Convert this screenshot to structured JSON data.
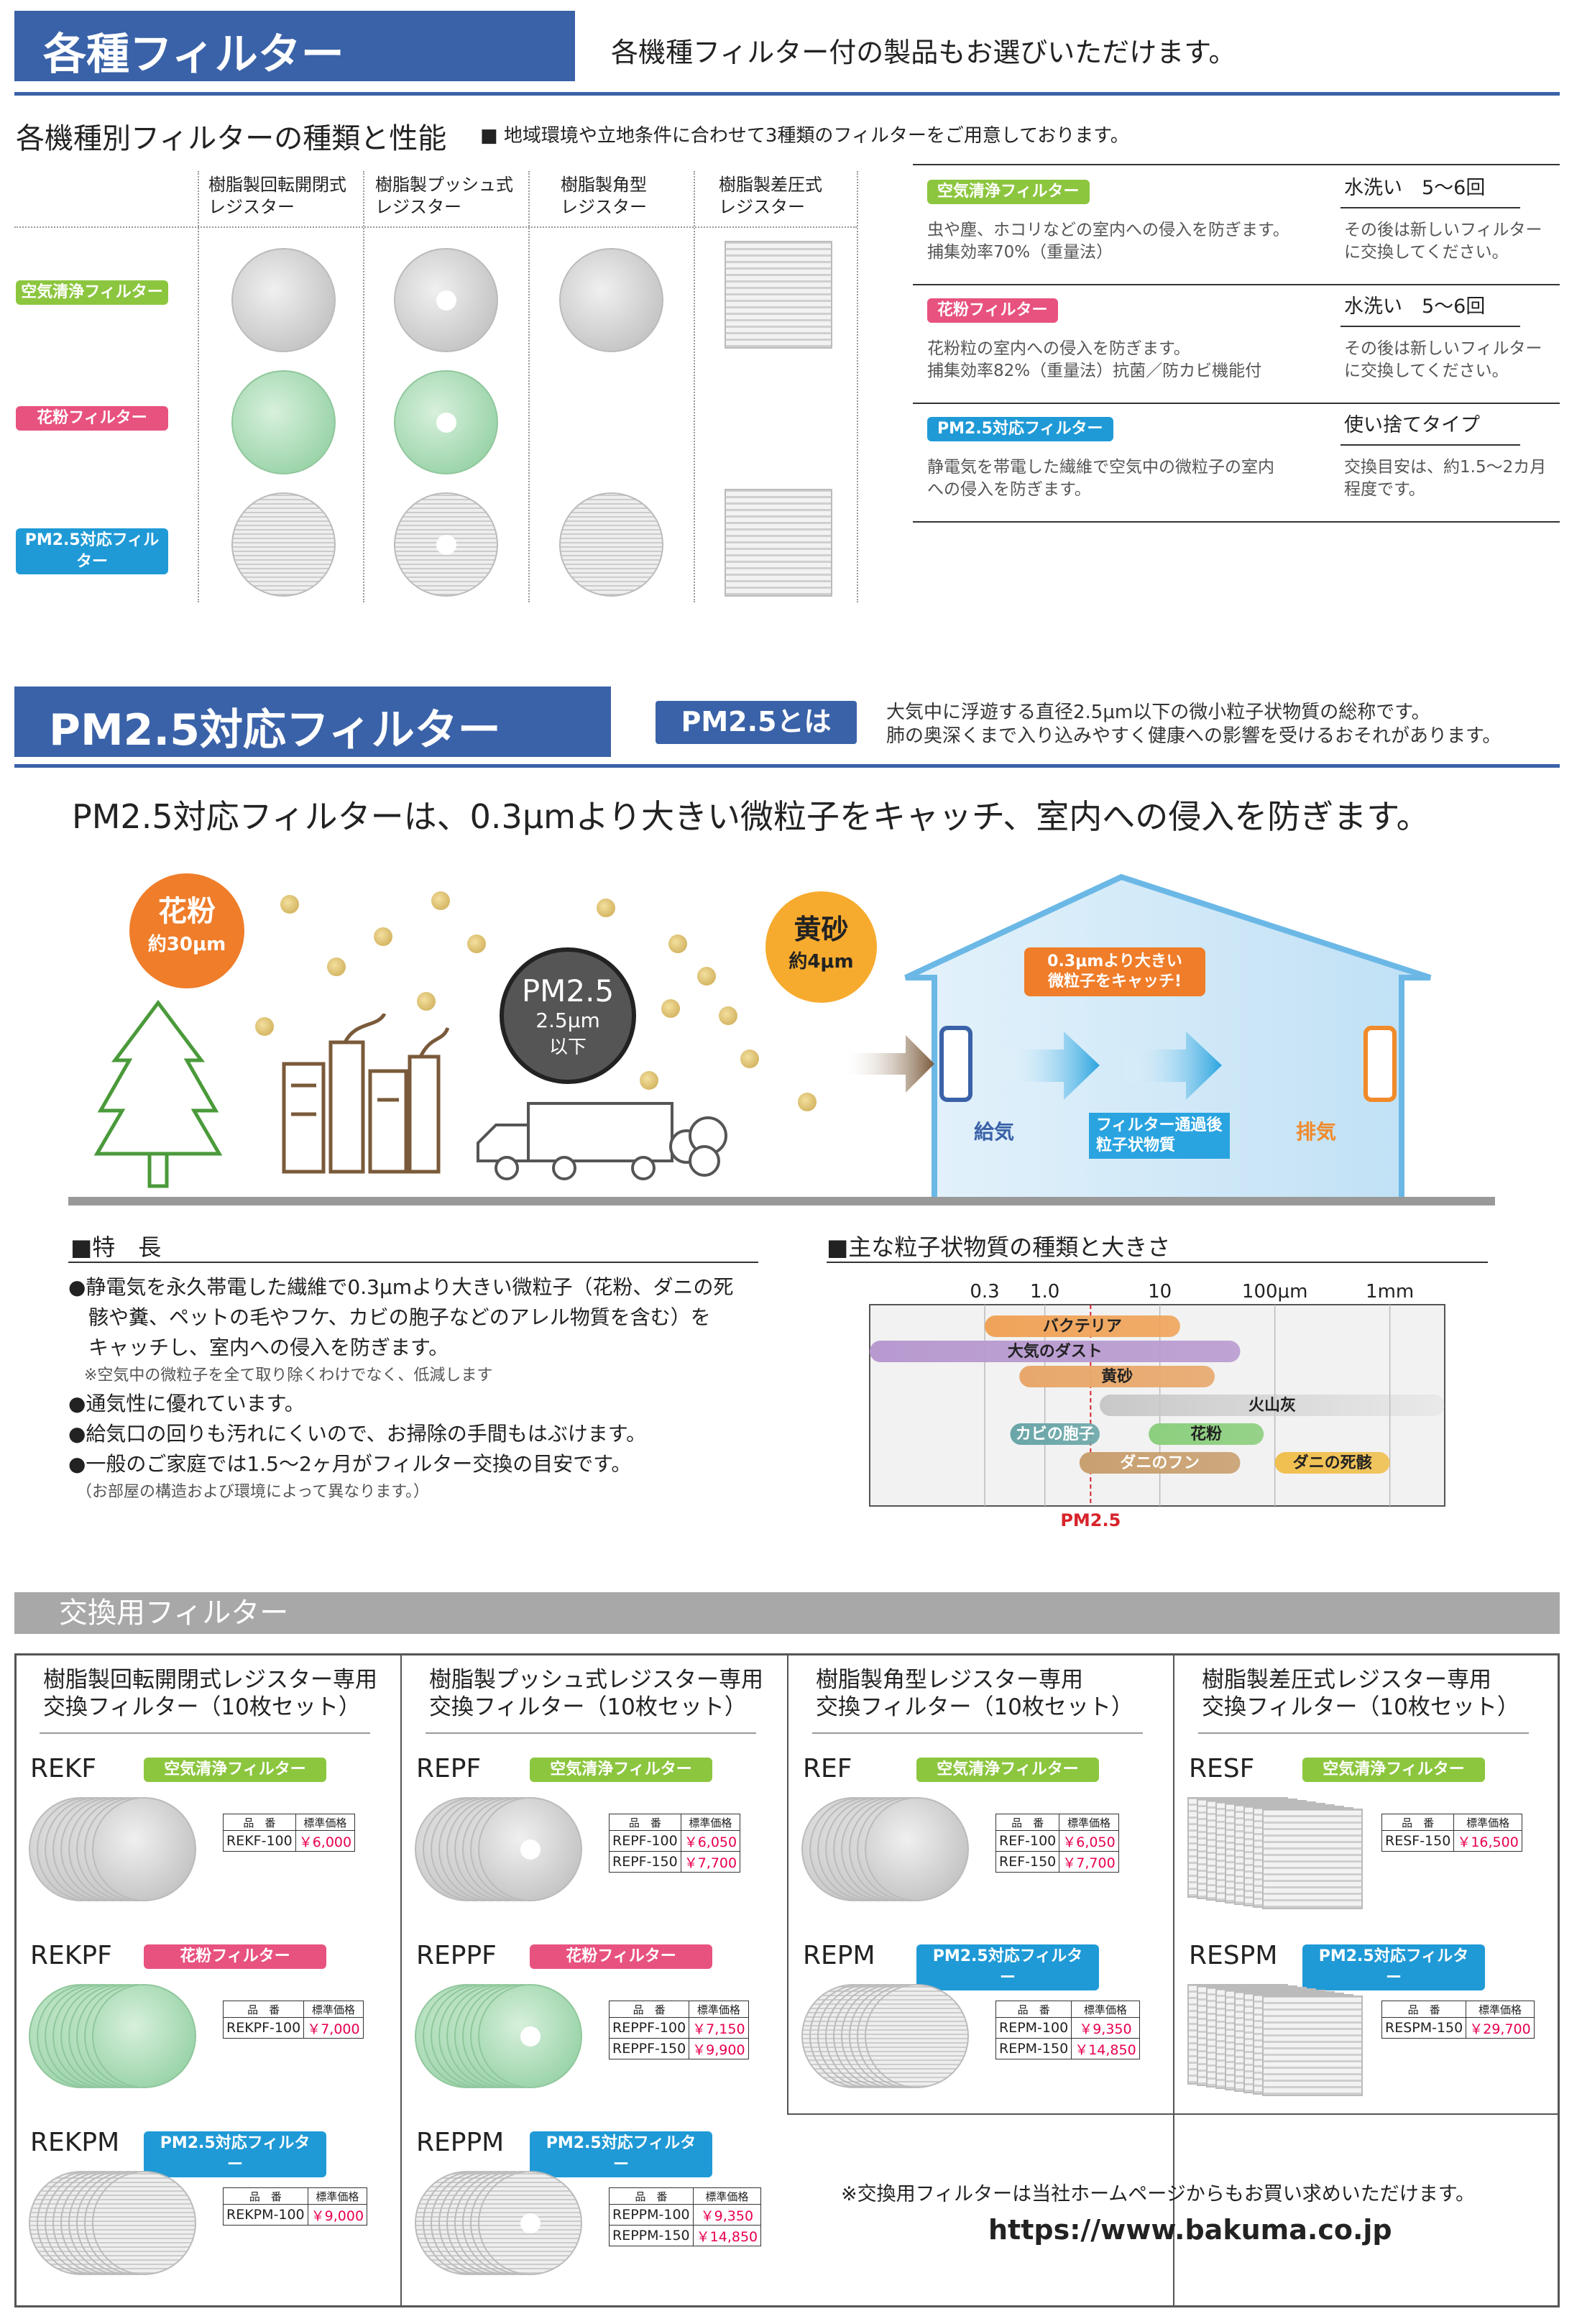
{
  "sec1": {
    "title": "各種フィルター",
    "subtitle": "各機種フィルター付の製品もお選びいただけます。",
    "heading": "各機種別フィルターの種類と性能",
    "lead": "■ 地域環境や立地条件に合わせて3種類のフィルターをご用意しております。"
  },
  "grid": {
    "cols": [
      "樹脂製回転開閉式\nレジスター",
      "樹脂製プッシュ式\nレジスター",
      "樹脂製角型\nレジスター",
      "樹脂製差圧式\nレジスター"
    ],
    "rows": [
      "空気清浄フィルター",
      "花粉フィルター",
      "PM2.5対応フィルター"
    ]
  },
  "perf": [
    {
      "tag": "空気清浄フィルター",
      "desc": "虫や塵、ホコリなどの室内への侵入を防ぎます。\n捕集効率70%（重量法）",
      "wash": "水洗い　5〜6回",
      "note": "その後は新しいフィルター\nに交換してください。",
      "color": "#8cc63f"
    },
    {
      "tag": "花粉フィルター",
      "desc": "花粉粒の室内への侵入を防ぎます。\n捕集効率82%（重量法）抗菌／防カビ機能付",
      "wash": "水洗い　5〜6回",
      "note": "その後は新しいフィルター\nに交換してください。",
      "color": "#e8527f"
    },
    {
      "tag": "PM2.5対応フィルター",
      "desc": "静電気を帯電した繊維で空気中の微粒子の室内\nへの侵入を防ぎます。",
      "wash": "使い捨てタイプ",
      "note": "交換目安は、約1.5〜2カ月\n程度です。",
      "color": "#1f9ad6"
    }
  ],
  "sec2": {
    "title": "PM2.5対応フィルター",
    "badge": "PM2.5とは",
    "about1": "大気中に浮遊する直径2.5μm以下の微小粒子状物質の総称です。",
    "about2": "肺の奥深くまで入り込みやすく健康への影響を受けるおそれがあります。",
    "headline": "PM2.5対応フィルターは、0.3μmより大きい微粒子をキャッチ、室内への侵入を防ぎます。"
  },
  "illus": {
    "kafun": "花粉",
    "kafun_size": "約30μm",
    "pm": "PM2.5",
    "pm_size": "2.5μm",
    "pm_sub": "以下",
    "kosa": "黄砂",
    "kosa_size": "約4μm",
    "catch": "0.3μmより大きい\n微粒子をキャッチ!",
    "kyuki": "給気",
    "after": "フィルター通過後\n粒子状物質",
    "haiki": "排気"
  },
  "features": {
    "title": "■特　長",
    "items": [
      "●静電気を永久帯電した繊維で0.3μmより大きい微粒子（花粉、ダニの死",
      "　骸や糞、ペットの毛やフケ、カビの胞子などのアレル物質を含む）を",
      "　キャッチし、室内への侵入を防ぎます。",
      "　※空気中の微粒子を全て取り除くわけでなく、低減します",
      "●通気性に優れています。",
      "●給気口の回りも汚れにくいので、お掃除の手間もはぶけます。",
      "●一般のご家庭では1.5〜2ヶ月がフィルター交換の目安です。",
      "　（お部屋の構造および環境によって異なります。）"
    ]
  },
  "chart_data": {
    "type": "bar",
    "title": "■主な粒子状物質の種類と大きさ",
    "xlabel": "",
    "x_scale": "log",
    "ticks": [
      "0.3",
      "1.0",
      "10",
      "100μm",
      "1mm"
    ],
    "tick_values": [
      0.3,
      1,
      10,
      100,
      1000
    ],
    "marker": {
      "label": "PM2.5",
      "value": 2.5
    },
    "series": [
      {
        "name": "バクテリア",
        "range": [
          0.3,
          15
        ],
        "color": "#f0a45a"
      },
      {
        "name": "大気のダスト",
        "range": [
          0.02,
          50
        ],
        "color": "#b89ad0"
      },
      {
        "name": "黄砂",
        "range": [
          0.6,
          30
        ],
        "color": "#e8a86b"
      },
      {
        "name": "火山灰",
        "range": [
          3,
          3000
        ],
        "color": "#c8c8c8"
      },
      {
        "name": "カビの胞子",
        "range": [
          0.5,
          3
        ],
        "color": "#6aa6a8"
      },
      {
        "name": "花粉",
        "range": [
          8,
          80
        ],
        "color": "#8ccf7e"
      },
      {
        "name": "ダニのフン",
        "range": [
          2,
          50
        ],
        "color": "#c9a070"
      },
      {
        "name": "ダニの死骸",
        "range": [
          100,
          1000
        ],
        "color": "#f0c050"
      }
    ]
  },
  "sec3": {
    "title": "交換用フィルター",
    "url_note": "※交換用フィルターは当社ホームページからもお買い求めいただけます。",
    "url": "https://www.bakuma.co.jp",
    "hdr_code": "品　番",
    "hdr_price": "標準価格"
  },
  "cards": [
    {
      "title": "樹脂製回転開閉式レジスター専用\n交換フィルター（10枚セット）",
      "items": [
        {
          "code": "REKF",
          "tag": "空気清浄フィルター",
          "rows": [
            [
              "REKF-100",
              "￥6,000"
            ]
          ]
        },
        {
          "code": "REKPF",
          "tag": "花粉フィルター",
          "rows": [
            [
              "REKPF-100",
              "￥7,000"
            ]
          ]
        },
        {
          "code": "REKPM",
          "tag": "PM2.5対応フィルター",
          "rows": [
            [
              "REKPM-100",
              "￥9,000"
            ]
          ]
        }
      ]
    },
    {
      "title": "樹脂製プッシュ式レジスター専用\n交換フィルター（10枚セット）",
      "items": [
        {
          "code": "REPF",
          "tag": "空気清浄フィルター",
          "rows": [
            [
              "REPF-100",
              "￥6,050"
            ],
            [
              "REPF-150",
              "￥7,700"
            ]
          ]
        },
        {
          "code": "REPPF",
          "tag": "花粉フィルター",
          "rows": [
            [
              "REPPF-100",
              "￥7,150"
            ],
            [
              "REPPF-150",
              "￥9,900"
            ]
          ]
        },
        {
          "code": "REPPM",
          "tag": "PM2.5対応フィルター",
          "rows": [
            [
              "REPPM-100",
              "￥9,350"
            ],
            [
              "REPPM-150",
              "￥14,850"
            ]
          ]
        }
      ]
    },
    {
      "title": "樹脂製角型レジスター専用\n交換フィルター（10枚セット）",
      "items": [
        {
          "code": "REF",
          "tag": "空気清浄フィルター",
          "rows": [
            [
              "REF-100",
              "￥6,050"
            ],
            [
              "REF-150",
              "￥7,700"
            ]
          ]
        },
        {
          "code": "REPM",
          "tag": "PM2.5対応フィルター",
          "rows": [
            [
              "REPM-100",
              "￥9,350"
            ],
            [
              "REPM-150",
              "￥14,850"
            ]
          ]
        }
      ]
    },
    {
      "title": "樹脂製差圧式レジスター専用\n交換フィルター（10枚セット）",
      "items": [
        {
          "code": "RESF",
          "tag": "空気清浄フィルター",
          "rows": [
            [
              "RESF-150",
              "￥16,500"
            ]
          ]
        },
        {
          "code": "RESPM",
          "tag": "PM2.5対応フィルター",
          "rows": [
            [
              "RESPM-150",
              "￥29,700"
            ]
          ]
        }
      ]
    }
  ]
}
